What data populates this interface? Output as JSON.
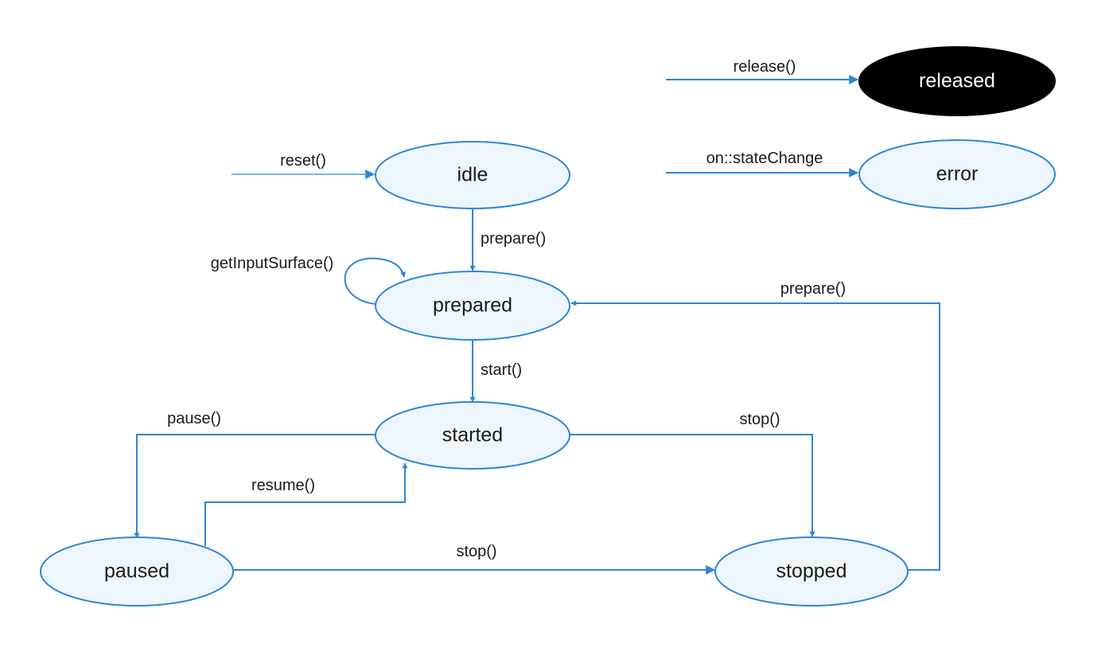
{
  "colors": {
    "edge": "#2f86d6",
    "node_fill": "#eef6fd",
    "released_fill": "#000000"
  },
  "states": {
    "released": "released",
    "error": "error",
    "idle": "idle",
    "prepared": "prepared",
    "started": "started",
    "paused": "paused",
    "stopped": "stopped"
  },
  "transitions": {
    "release": "release()",
    "state_change": "on::stateChange",
    "reset": "reset()",
    "prepare_from_idle": "prepare()",
    "get_input_surface": "getInputSurface()",
    "prepare_from_stopped": "prepare()",
    "start": "start()",
    "pause": "pause()",
    "stop_from_started": "stop()",
    "resume": "resume()",
    "stop_from_paused": "stop()"
  }
}
